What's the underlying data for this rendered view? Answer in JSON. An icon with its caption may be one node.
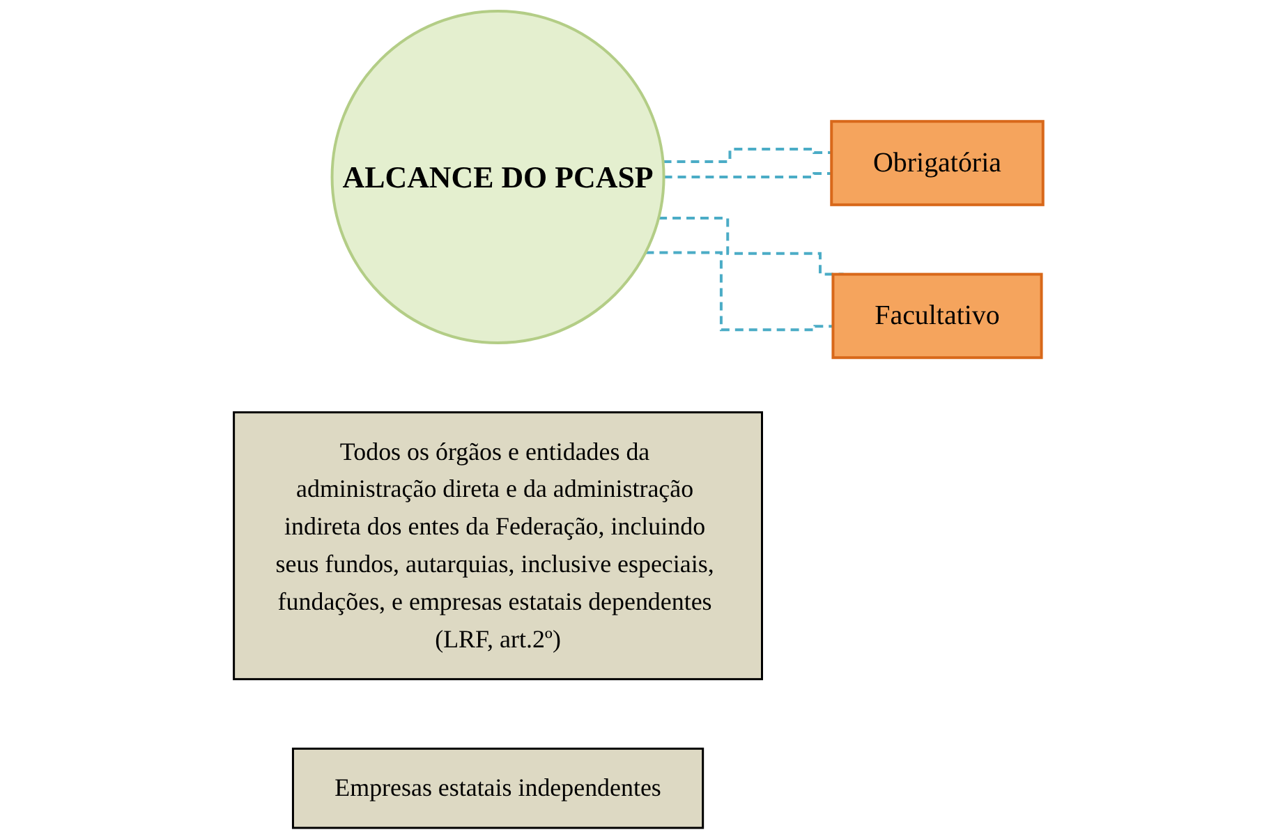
{
  "diagram": {
    "nodes": [
      {
        "text": [
          "ALCANCE DO PCASP"
        ]
      },
      {
        "text": [
          "Obrigatória"
        ]
      },
      {
        "text": [
          "Todos os órgãos e entidades da administração direta e da administração indireta dos entes da Federação, incluindo seus fundos, autarquias, inclusive especiais, fundações, e empresas estatais dependentes (LRF, art.2º)"
        ]
      },
      {
        "text": [
          "Facultativo"
        ]
      },
      {
        "text": [
          "Empresas estatais independentes"
        ]
      }
    ],
    "edges": [
      {
        "from": 0,
        "to": 1,
        "arrow": "none",
        "style": "dashed"
      },
      {
        "from": 0,
        "to": 1,
        "arrow": "none",
        "style": "dashed"
      },
      {
        "from": 0,
        "to": 3,
        "arrow": "none",
        "style": "dashed"
      },
      {
        "from": 0,
        "to": 3,
        "arrow": "none",
        "style": "dashed"
      }
    ]
  }
}
